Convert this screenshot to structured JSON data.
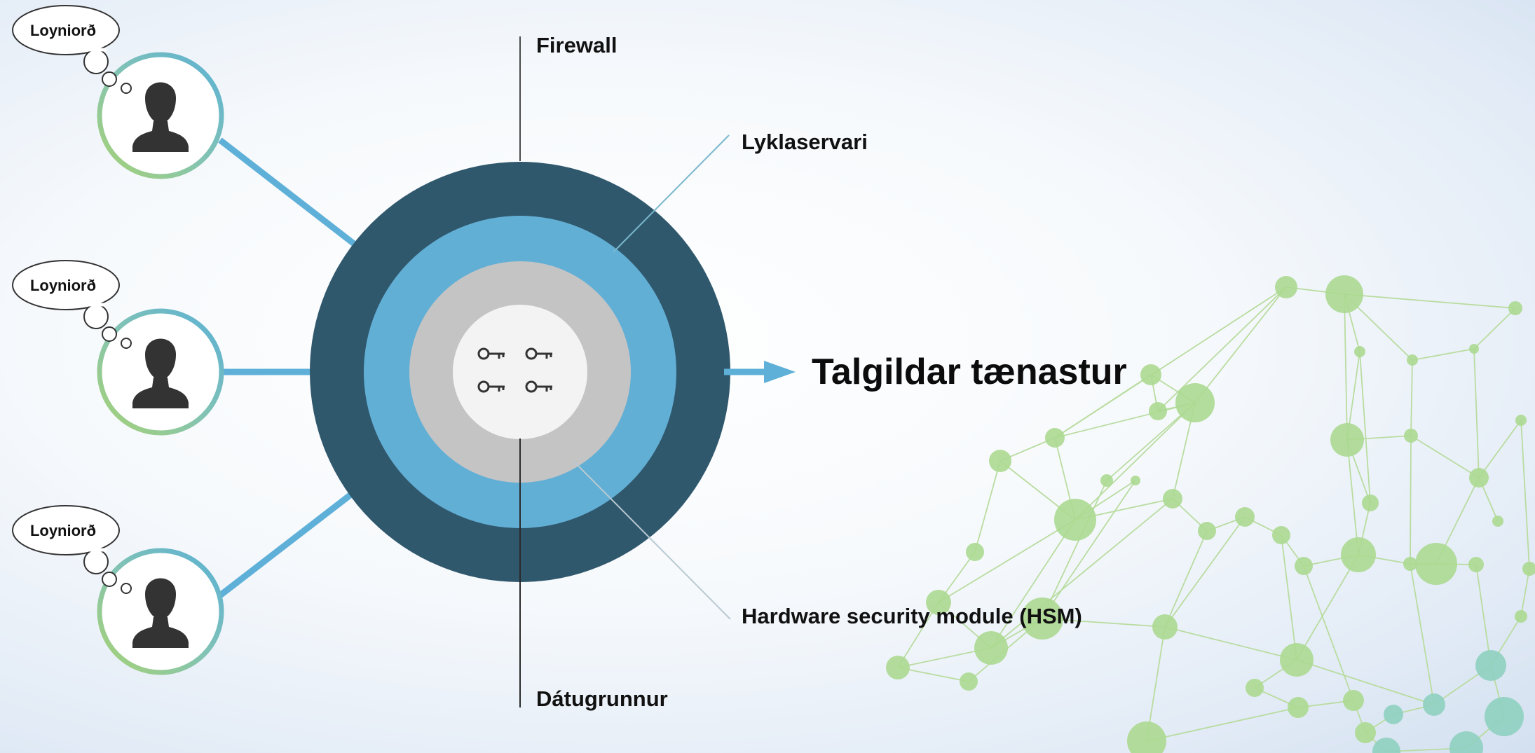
{
  "users": [
    {
      "bubble": "Loyniorð",
      "icon": "user-icon"
    },
    {
      "bubble": "Loyniorð",
      "icon": "user-icon"
    },
    {
      "bubble": "Loyniorð",
      "icon": "user-icon"
    }
  ],
  "labels": {
    "firewall": "Firewall",
    "key_server": "Lyklaservari",
    "hsm": "Hardware security module (HSM)",
    "database": "Dátugrunnur",
    "output": "Talgildar tænastur"
  },
  "core": {
    "icon": "key-icon",
    "count": 4
  },
  "colors": {
    "outer_ring": "#30586d",
    "middle_ring": "#62afd6",
    "inner_ring": "#c4c4c4",
    "core": "#f3f3f3",
    "connector": "#5fb0d8",
    "network": "#a9d58f"
  }
}
